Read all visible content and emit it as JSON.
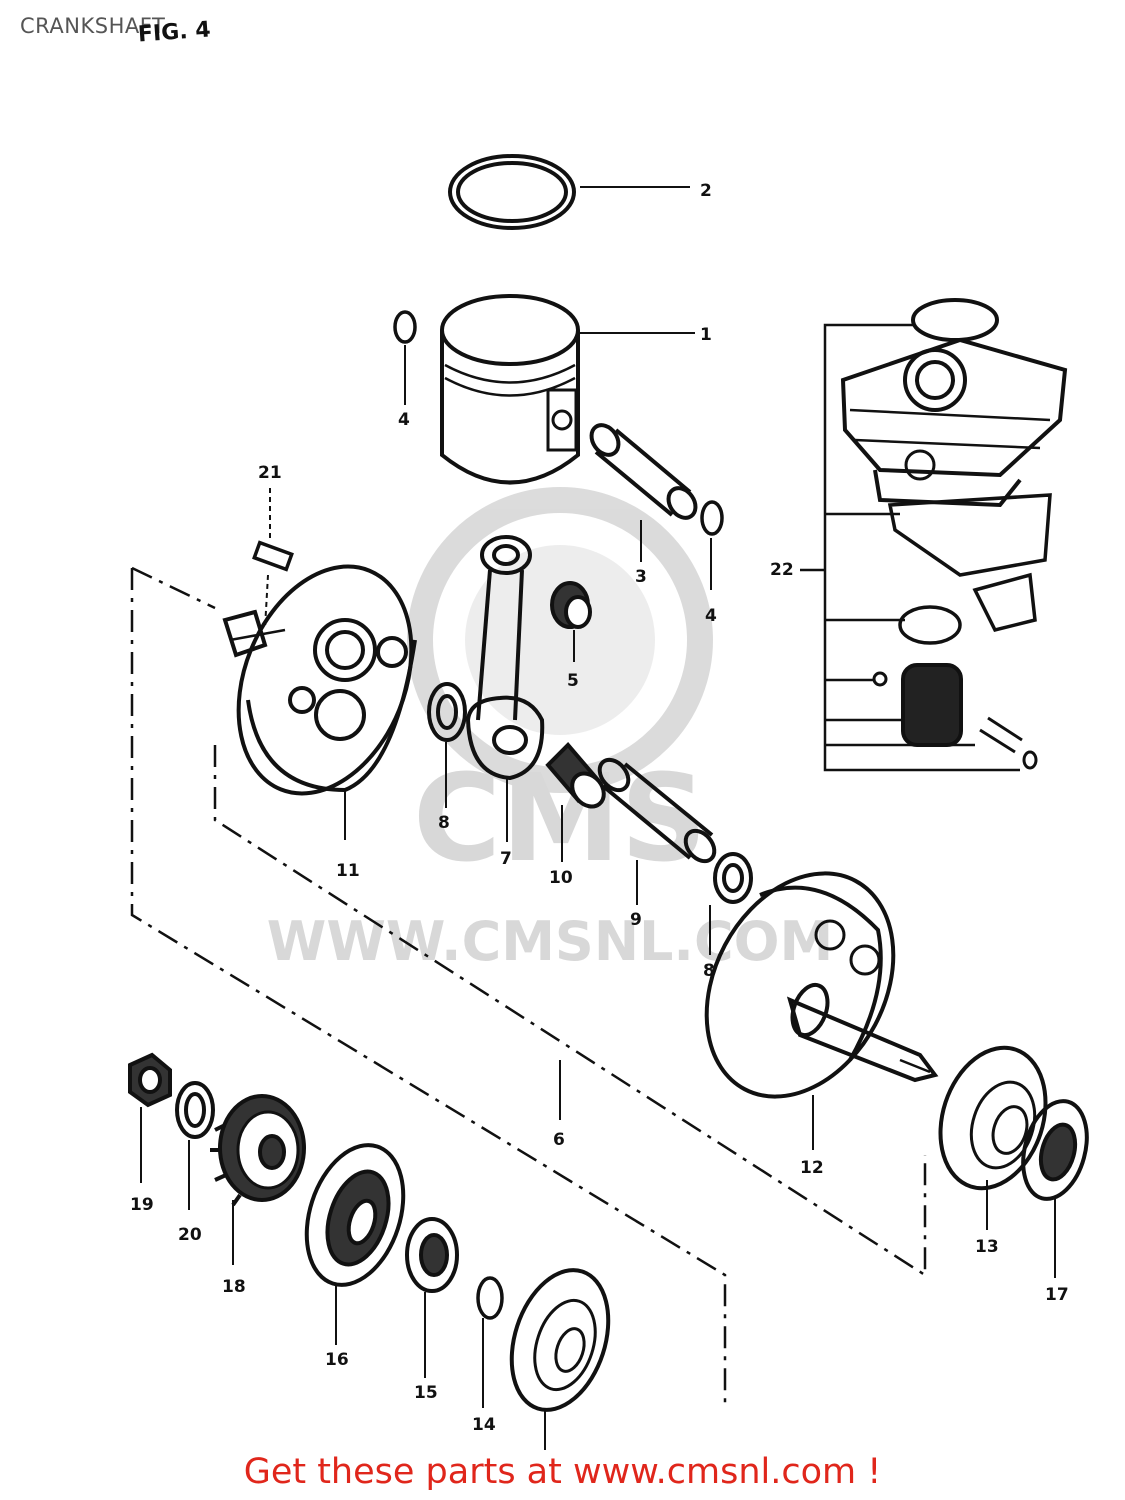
{
  "header": {
    "page_title": "CRANKSHAFT",
    "figure_label": "FIG. 4"
  },
  "watermark": {
    "logo_text": "CMS",
    "url_text": "WWW.CMSNL.COM"
  },
  "callouts": [
    "1",
    "2",
    "3",
    "4",
    "4",
    "5",
    "6",
    "7",
    "8",
    "8",
    "9",
    "10",
    "11",
    "12",
    "13",
    "14",
    "15",
    "16",
    "17",
    "18",
    "19",
    "20",
    "21",
    "22"
  ],
  "footer": {
    "link_text": "Get these parts at www.cmsnl.com !"
  },
  "colors": {
    "ink": "#111111",
    "watermark": "#d4d4d4",
    "link": "#e0261b",
    "title": "#555555"
  }
}
